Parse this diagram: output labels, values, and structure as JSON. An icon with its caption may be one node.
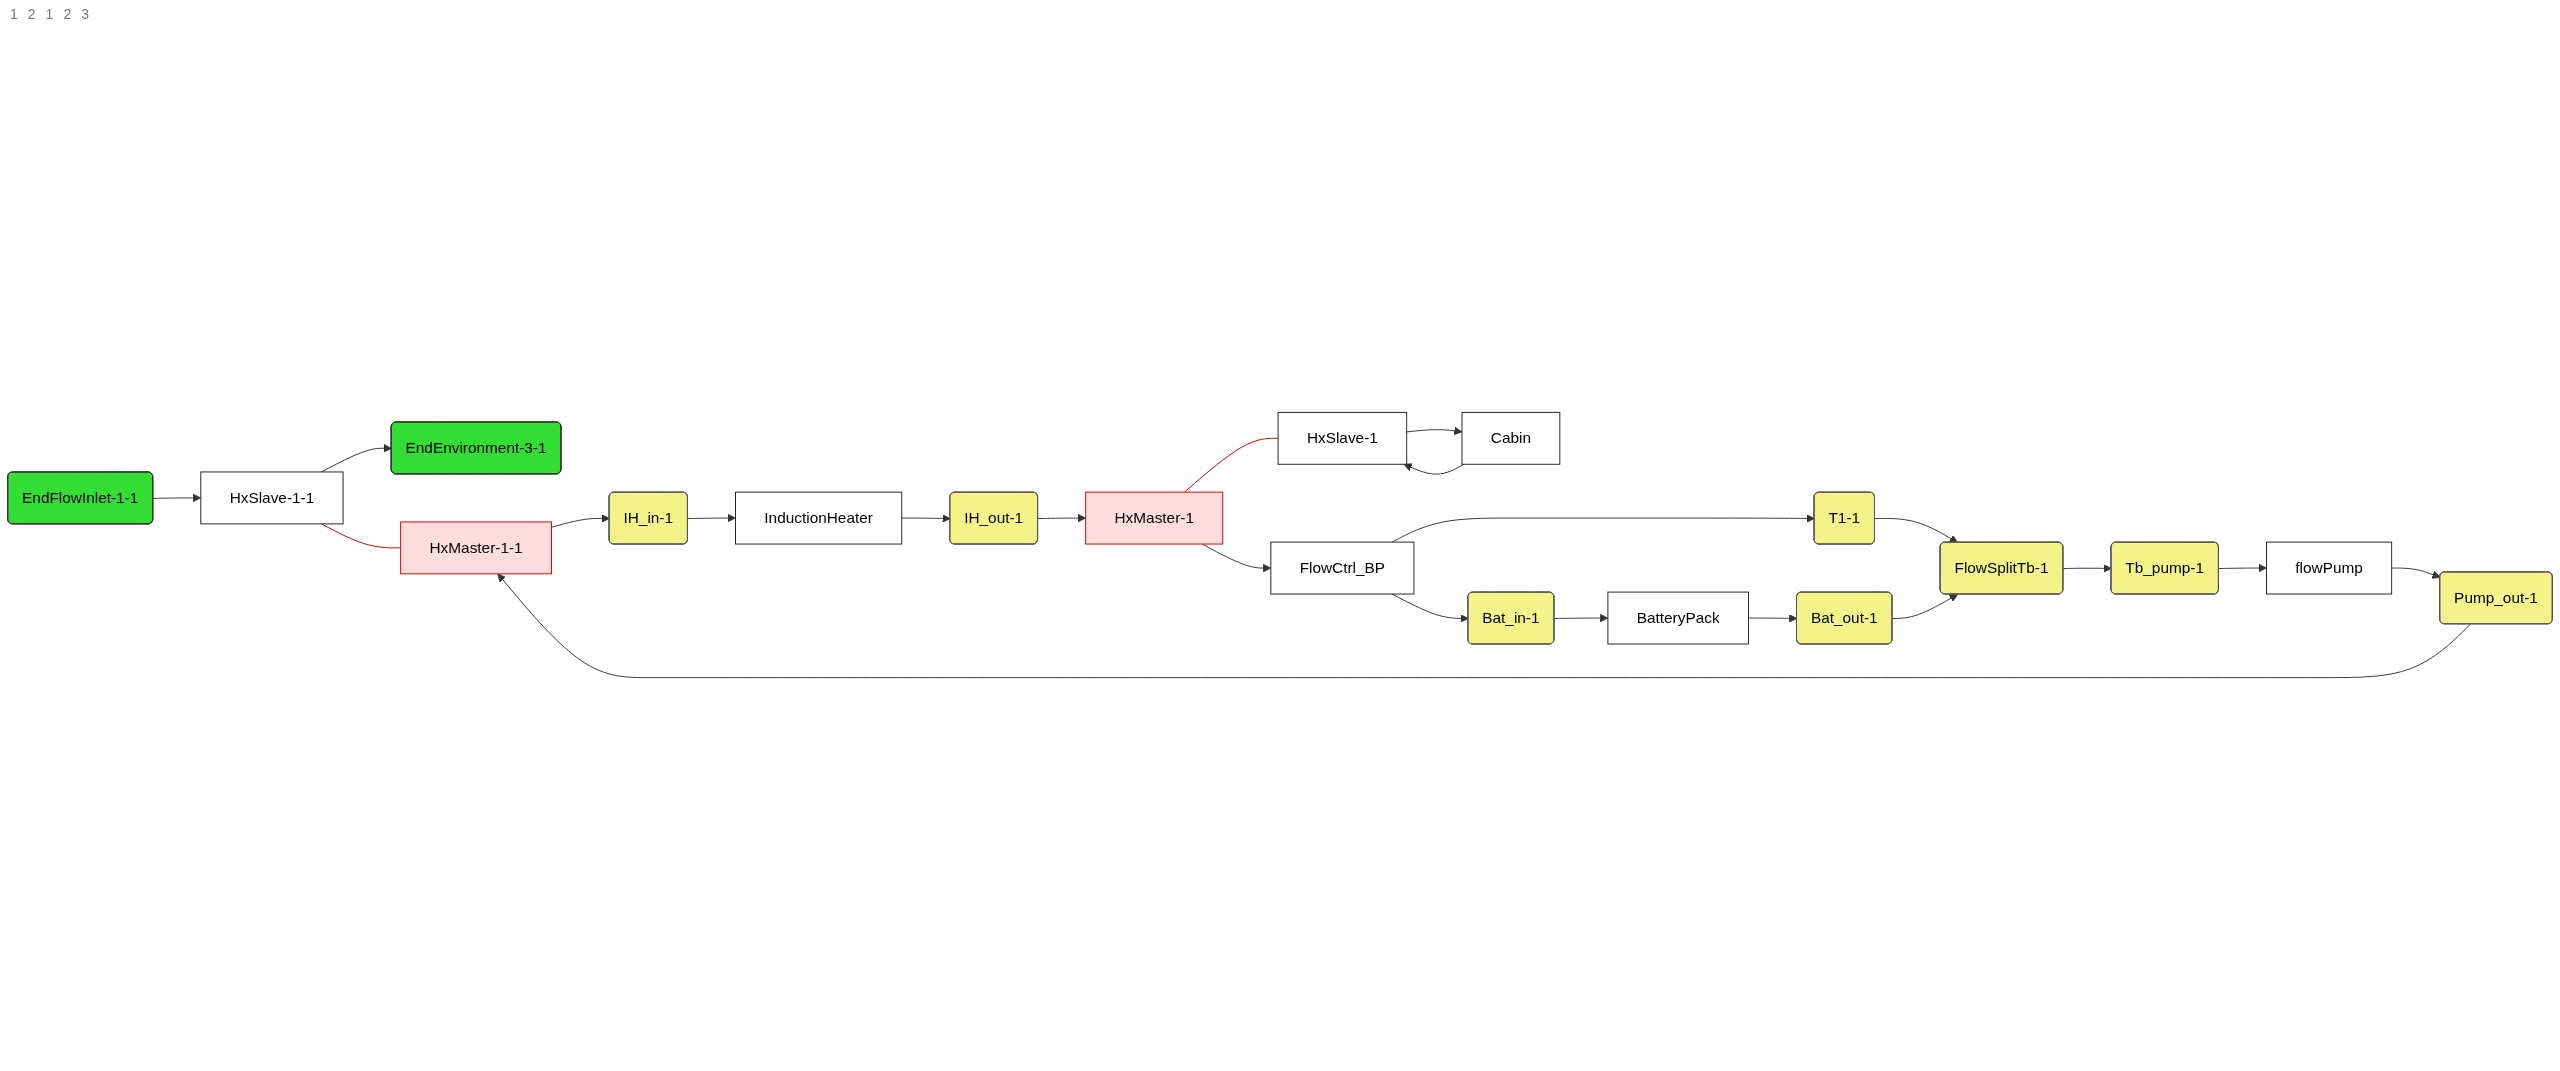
{
  "diagram": {
    "nodes": [
      {
        "text": [
          "EndFlowInlet-1-1"
        ]
      },
      {
        "text": [
          "HxSlave-1-1"
        ]
      },
      {
        "text": [
          "EndEnvironment-3-1"
        ]
      },
      {
        "text": [
          "HxMaster-1-1"
        ]
      },
      {
        "text": [
          "IH_in-1"
        ]
      },
      {
        "text": [
          "InductionHeater"
        ]
      },
      {
        "text": [
          "IH_out-1"
        ]
      },
      {
        "text": [
          "HxMaster-1"
        ]
      },
      {
        "text": [
          "HxSlave-1"
        ]
      },
      {
        "text": [
          "Cabin"
        ]
      },
      {
        "text": [
          "FlowCtrl_BP"
        ]
      },
      {
        "text": [
          "Bat_in-1"
        ]
      },
      {
        "text": [
          "BatteryPack"
        ]
      },
      {
        "text": [
          "T1-1"
        ]
      },
      {
        "text": [
          "Bat_out-1"
        ]
      },
      {
        "text": [
          "FlowSplitTb-1"
        ]
      },
      {
        "text": [
          "Tb_pump-1"
        ]
      },
      {
        "text": [
          "flowPump"
        ]
      },
      {
        "text": [
          "Pump_out-1"
        ]
      }
    ],
    "edges": [
      {
        "from": 0,
        "to": 1,
        "arrow": "to"
      },
      {
        "from": 1,
        "to": 2,
        "arrow": "to"
      },
      {
        "from": 1,
        "to": 3,
        "arrow": "none",
        "color": "#cc0000"
      },
      {
        "from": 3,
        "to": 4,
        "arrow": "to"
      },
      {
        "from": 4,
        "to": 5,
        "arrow": "to"
      },
      {
        "from": 5,
        "to": 6,
        "arrow": "to"
      },
      {
        "from": 6,
        "to": 7,
        "arrow": "to"
      },
      {
        "from": 7,
        "to": 8,
        "arrow": "none",
        "color": "#cc0000"
      },
      {
        "from": 7,
        "to": 10,
        "arrow": "to"
      },
      {
        "from": 8,
        "to": 9,
        "arrow": "to"
      },
      {
        "from": 9,
        "to": 8,
        "arrow": "to"
      },
      {
        "from": 10,
        "to": 11,
        "arrow": "to"
      },
      {
        "from": 11,
        "to": 12,
        "arrow": "to"
      },
      {
        "from": 10,
        "to": 13,
        "arrow": "to"
      },
      {
        "from": 13,
        "to": 15,
        "arrow": "to"
      },
      {
        "from": 12,
        "to": 14,
        "arrow": "to"
      },
      {
        "from": 14,
        "to": 15,
        "arrow": "to"
      },
      {
        "from": 15,
        "to": 16,
        "arrow": "to"
      },
      {
        "from": 16,
        "to": 17,
        "arrow": "to"
      },
      {
        "from": 17,
        "to": 18,
        "arrow": "to"
      },
      {
        "from": 18,
        "to": 3,
        "arrow": "to"
      }
    ],
    "labels": [
      "1",
      "2",
      "1",
      "2",
      "3"
    ]
  }
}
